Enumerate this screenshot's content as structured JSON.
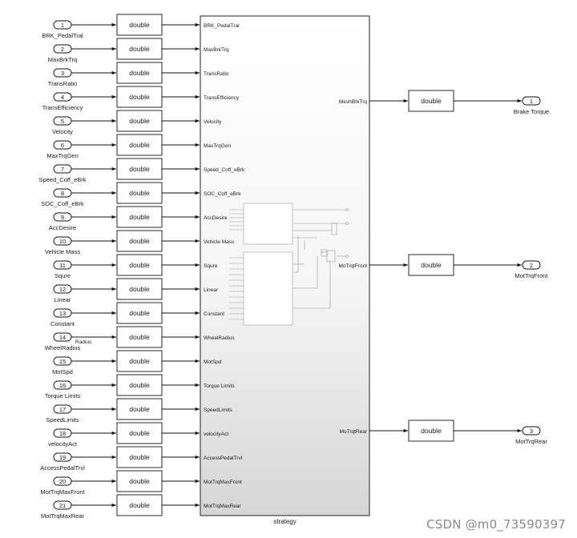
{
  "inports": [
    {
      "num": "1",
      "label": "BRK_PedalTral",
      "port": "BRK_PedalTral"
    },
    {
      "num": "2",
      "label": "MaxBrkTrq",
      "port": "MaxBrkTrq"
    },
    {
      "num": "3",
      "label": "TransRatio",
      "port": "TransRatio"
    },
    {
      "num": "4",
      "label": "TransEfficiency",
      "port": "TransEfficiency"
    },
    {
      "num": "5",
      "label": "Velocity",
      "port": "Velocity"
    },
    {
      "num": "6",
      "label": "MaxTrqGen",
      "port": "MaxTrqGen"
    },
    {
      "num": "7",
      "label": "Speed_Coff_eBrk",
      "port": "Speed_Coff_eBrk"
    },
    {
      "num": "8",
      "label": "SOC_Coff_eBrk",
      "port": "SOC_Coff_eBrk"
    },
    {
      "num": "9",
      "label": "AccDesire",
      "port": "AccDesire"
    },
    {
      "num": "10",
      "label": "Vehicle Mass",
      "port": "Vehicle Mass"
    },
    {
      "num": "11",
      "label": "Squre",
      "port": "Squre"
    },
    {
      "num": "12",
      "label": "Linear",
      "port": "Linear"
    },
    {
      "num": "13",
      "label": "Constant",
      "port": "Constant"
    },
    {
      "num": "14",
      "label": "WheelRadius",
      "port": "WheelRadius"
    },
    {
      "num": "15",
      "label": "MotSpd",
      "port": "MotSpd"
    },
    {
      "num": "16",
      "label": "Torque Limits",
      "port": "Torque Limits"
    },
    {
      "num": "17",
      "label": "SpeedLimits",
      "port": "SpeedLimits"
    },
    {
      "num": "18",
      "label": "velocityAct",
      "port": "velocityAct"
    },
    {
      "num": "19",
      "label": "AccessPedalTrvl",
      "port": "AccessPedalTrvl"
    },
    {
      "num": "20",
      "label": "MotTrqMaxFront",
      "port": "MotTrqMaxFront"
    },
    {
      "num": "21",
      "label": "MotTrqMaxRear",
      "port": "MotTrqMaxRear"
    }
  ],
  "convert_label": "double",
  "radius_note": "Radius",
  "subsystem_name": "strategy",
  "outports": [
    {
      "num": "1",
      "label": "Brake Torque",
      "port": "MeshBrkTrq"
    },
    {
      "num": "2",
      "label": "MotTrqFront",
      "port": "MoTrqtFront"
    },
    {
      "num": "3",
      "label": "MotTrqRear",
      "port": "MoTrqtRear"
    }
  ],
  "watermark": "CSDN @m0_73590397"
}
